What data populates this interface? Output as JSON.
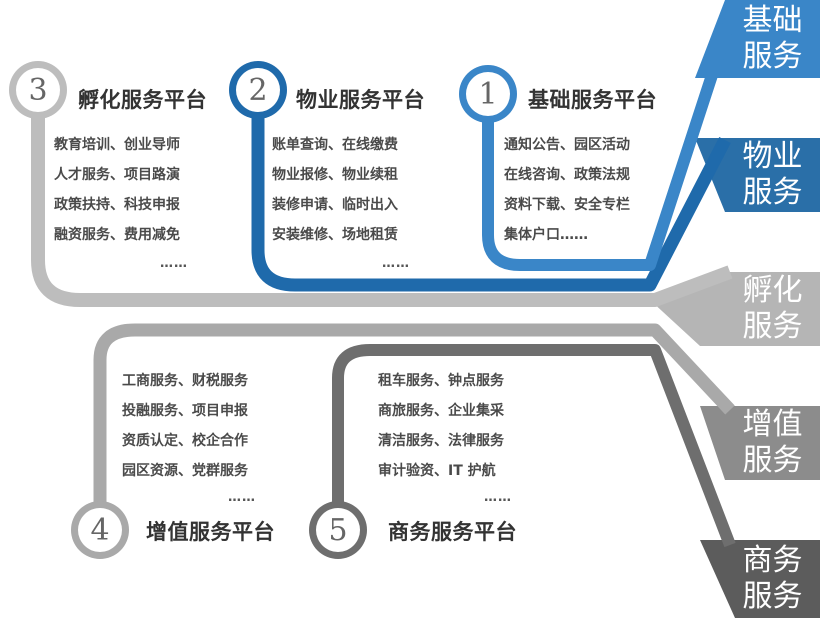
{
  "platforms": [
    {
      "number": "1",
      "title": "基础服务平台",
      "items": [
        "通知公告、园区活动",
        "在线咨询、政策法规",
        "资料下载、安全专栏",
        "集体户口……"
      ]
    },
    {
      "number": "2",
      "title": "物业服务平台",
      "items": [
        "账单查询、在线缴费",
        "物业报修、物业续租",
        "装修申请、临时出入",
        "安装维修、场地租赁"
      ],
      "ellipsis": "……"
    },
    {
      "number": "3",
      "title": "孵化服务平台",
      "items": [
        "教育培训、创业导师",
        "人才服务、项目路演",
        "政策扶持、科技申报",
        "融资服务、费用减免"
      ],
      "ellipsis": "……"
    },
    {
      "number": "4",
      "title": "增值服务平台",
      "items": [
        "工商服务、财税服务",
        "投融服务、项目申报",
        "资质认定、校企合作",
        "园区资源、党群服务"
      ],
      "ellipsis": "……"
    },
    {
      "number": "5",
      "title": "商务服务平台",
      "items": [
        "租车服务、钟点服务",
        "商旅服务、企业集采",
        "清洁服务、法律服务",
        "审计验资、IT 护航"
      ],
      "ellipsis": "……"
    }
  ],
  "side_labels": [
    {
      "line1": "基础",
      "line2": "服务",
      "color": "#3a86c8"
    },
    {
      "line1": "物业",
      "line2": "服务",
      "color": "#2a6fa8"
    },
    {
      "line1": "孵化",
      "line2": "服务",
      "color": "#b5b5b5"
    },
    {
      "line1": "增值",
      "line2": "服务",
      "color": "#8c8c8c"
    },
    {
      "line1": "商务",
      "line2": "服务",
      "color": "#5c5c5c"
    }
  ],
  "colors": {
    "blue_light": "#3a86c8",
    "blue_dark": "#1f6aab",
    "gray_light": "#bdbdbd",
    "gray_mid": "#a9a9a9",
    "gray_dark": "#6e6e6e"
  }
}
